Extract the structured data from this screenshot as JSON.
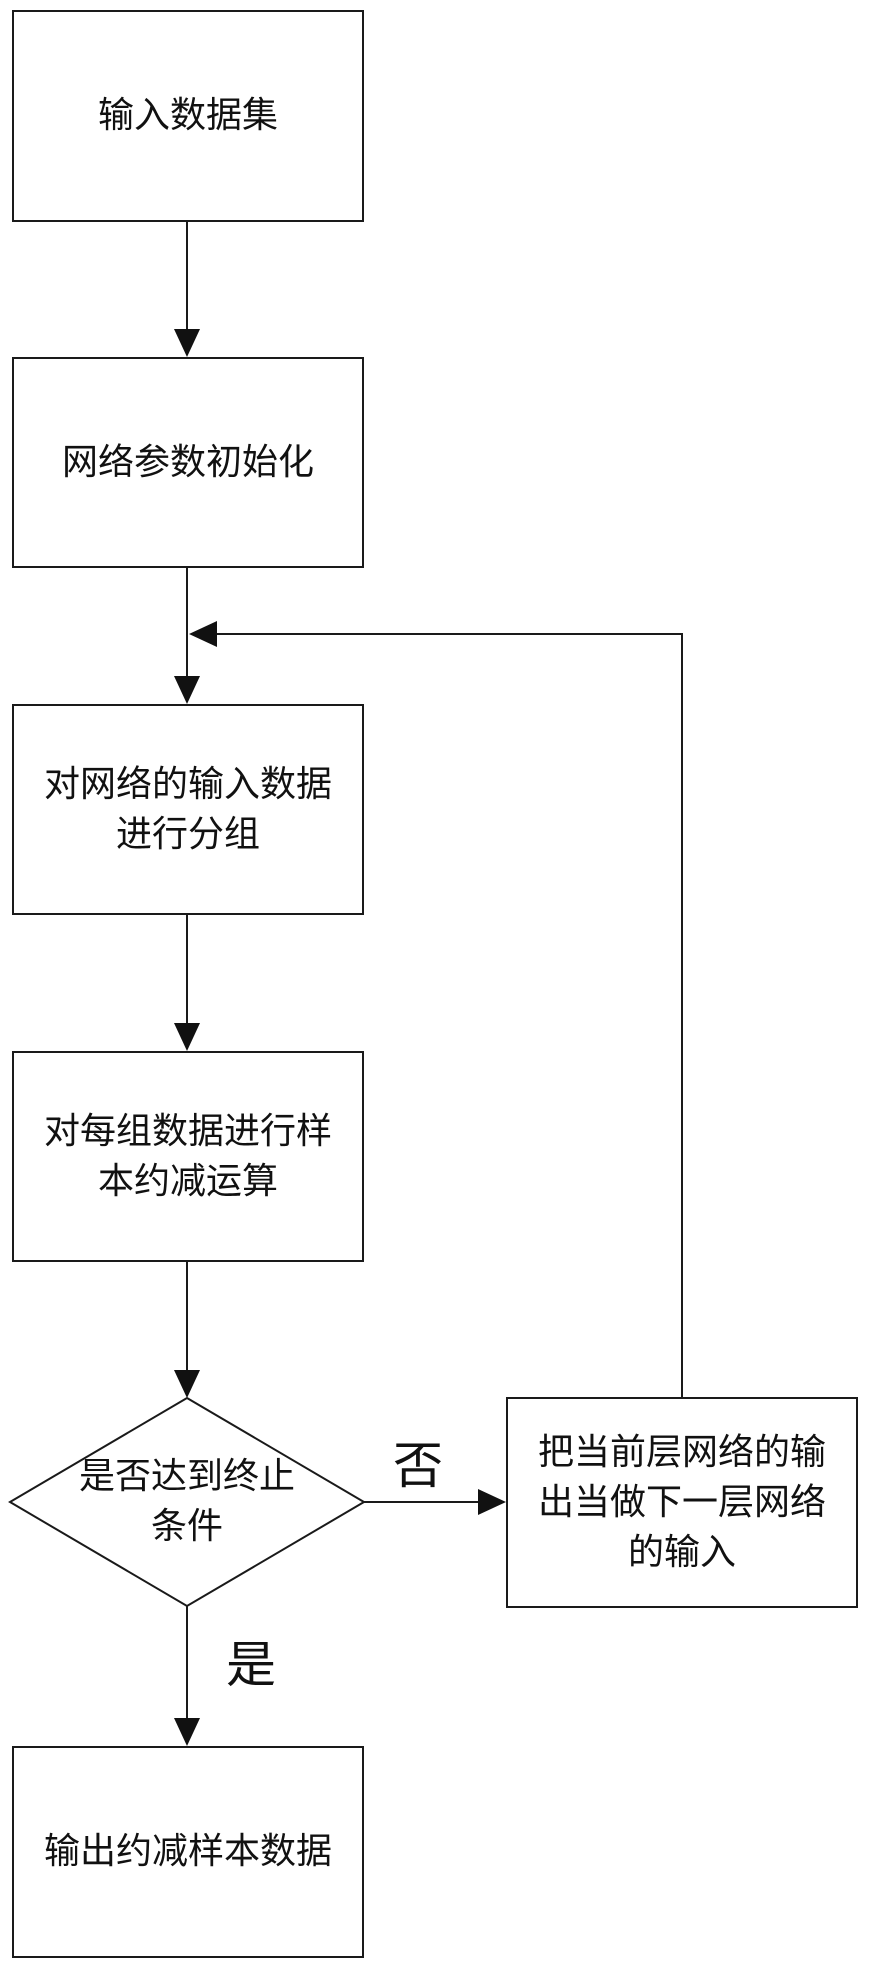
{
  "nodes": {
    "input_dataset": {
      "lines": [
        "输入数据集"
      ]
    },
    "init_params": {
      "lines": [
        "网络参数初始化"
      ]
    },
    "group_input": {
      "lines": [
        "对网络的输入数据",
        "进行分组"
      ]
    },
    "reduce_samples": {
      "lines": [
        "对每组数据进行样",
        "本约减运算"
      ]
    },
    "condition": {
      "lines": [
        "是否达到终止",
        "条件"
      ]
    },
    "next_layer": {
      "lines": [
        "把当前层网络的输",
        "出当做下一层网络",
        "的输入"
      ]
    },
    "output_reduced": {
      "lines": [
        "输出约减样本数据"
      ]
    }
  },
  "edges": {
    "no_label": "否",
    "yes_label": "是"
  },
  "colors": {
    "stroke": "#1a1a1a",
    "text": "#111111",
    "background": "#ffffff"
  }
}
